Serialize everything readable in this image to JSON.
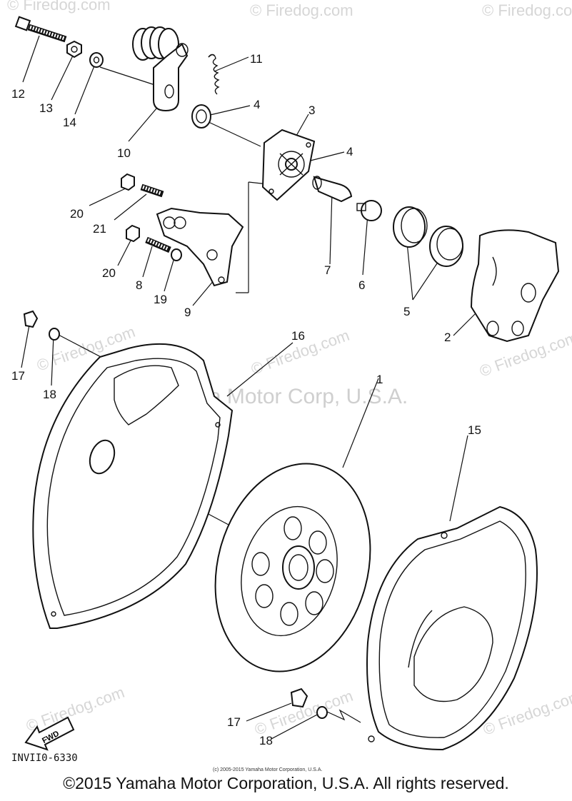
{
  "watermark": {
    "firedog": "© Firedog.com",
    "yamaha": "Yamaha Motor Corp, U.S.A."
  },
  "callouts": {
    "c1": "1",
    "c2": "2",
    "c3": "3",
    "c4a": "4",
    "c4b": "4",
    "c5": "5",
    "c6": "6",
    "c7": "7",
    "c8": "8",
    "c9": "9",
    "c10": "10",
    "c11": "11",
    "c12": "12",
    "c13": "13",
    "c14": "14",
    "c15": "15",
    "c16": "16",
    "c17a": "17",
    "c17b": "17",
    "c18a": "18",
    "c18b": "18",
    "c19": "19",
    "c20a": "20",
    "c20b": "20",
    "c21": "21"
  },
  "fwd_label": "FWD",
  "part_number": "INVII0-6330",
  "small_copyright": "(c) 2005-2015 Yamaha Motor Corporation, U.S.A.",
  "footer_copyright": "©2015 Yamaha Motor Corporation, U.S.A. All rights reserved."
}
